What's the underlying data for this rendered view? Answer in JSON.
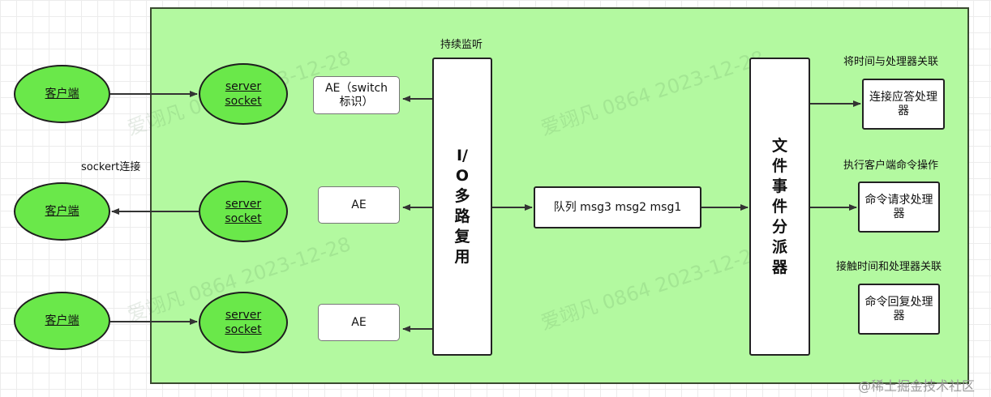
{
  "client_label": "客户端",
  "server_label": "server socket",
  "ae_switch_label": "AE（switch 标识）",
  "ae_label": "AE",
  "socket_connect_label": "sockert连接",
  "listen_label": "持续监听",
  "io_multiplex_label": "I/O多路复用",
  "queue_label": "队列 msg3 msg2 msg1",
  "dispatcher_label": "文件事件分派器",
  "handlers": [
    {
      "caption": "将时间与处理器关联",
      "box": "连接应答处理器"
    },
    {
      "caption": "执行客户端命令操作",
      "box": "命令请求处理器"
    },
    {
      "caption": "接触时间和处理器关联",
      "box": "命令回复处理器"
    }
  ],
  "watermark_text": "爱翊凡 0864 2023-12-28",
  "footer_text": "@稀土掘金技术社区",
  "colors": {
    "frame_fill": "#b3f9a0",
    "ellipse_fill": "#6ae84a",
    "arrow": "#333333"
  }
}
